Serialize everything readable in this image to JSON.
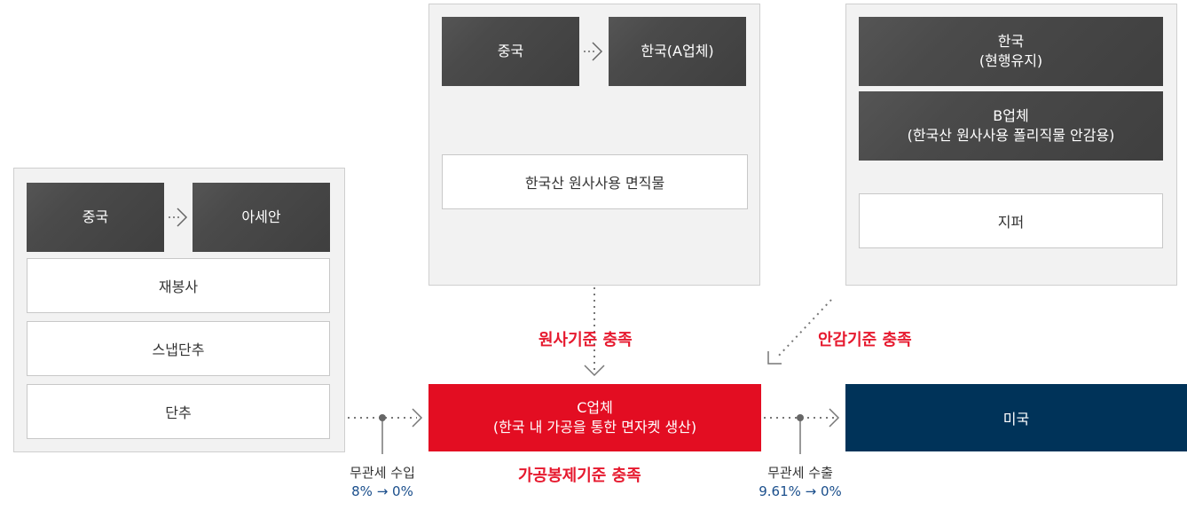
{
  "left_panel": {
    "origin": "중국",
    "destination": "아세안",
    "items": [
      "재봉사",
      "스냅단추",
      "단추"
    ]
  },
  "top_center_panel": {
    "origin": "중국",
    "destination": "한국(A업체)",
    "item": "한국산 원사사용 면직물"
  },
  "top_right_panel": {
    "origin_line1": "한국",
    "origin_line2": "(현행유지)",
    "maker_line1": "B업체",
    "maker_line2": "(한국산 원사사용 폴리직물 안감용)",
    "item": "지퍼"
  },
  "criteria": {
    "yarn": "원사기준 충족",
    "lining": "안감기준 충족",
    "sewing": "가공봉제기준 충족"
  },
  "c_company": {
    "line1": "C업체",
    "line2": "(한국 내 가공을 통한 면자켓 생산)"
  },
  "usa": "미국",
  "import_duty": {
    "label": "무관세 수입",
    "rate": "8% → 0%"
  },
  "export_duty": {
    "label": "무관세 수출",
    "rate": "9.61% → 0%"
  },
  "colors": {
    "red": "#e30d22",
    "navy": "#003359",
    "dark_gray": "#4a4a4a"
  }
}
